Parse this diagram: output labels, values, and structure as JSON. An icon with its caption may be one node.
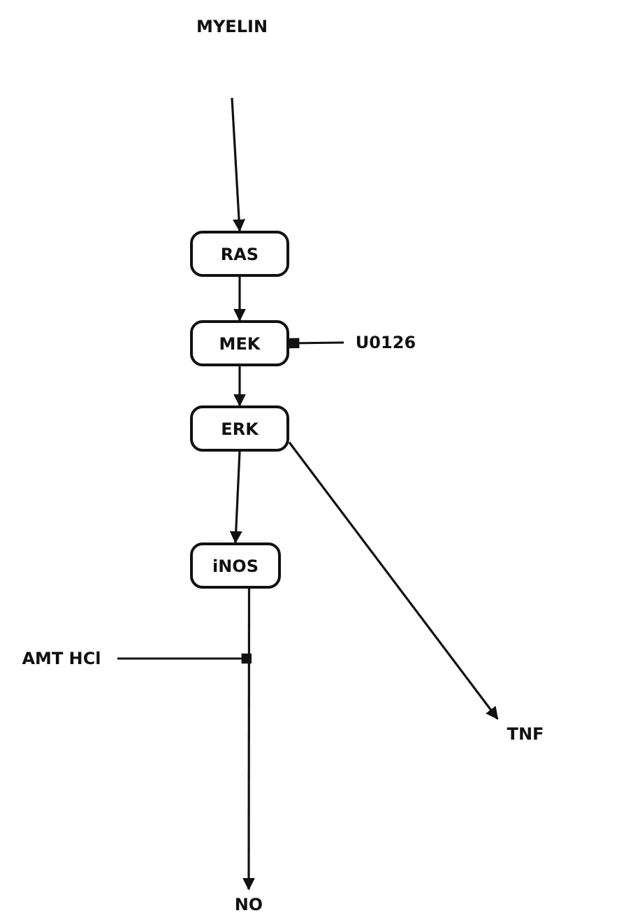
{
  "diagram": {
    "nodes": [
      {
        "text": [
          "MYELIN"
        ]
      },
      {
        "text": [
          "RAS"
        ]
      },
      {
        "text": [
          "MEK"
        ]
      },
      {
        "text": [
          "U0126"
        ]
      },
      {
        "text": [
          "ERK"
        ]
      },
      {
        "text": [
          "iNOS"
        ]
      },
      {
        "text": [
          "AMT HCl"
        ]
      },
      {
        "text": [
          "TNF"
        ]
      },
      {
        "text": [
          "NO"
        ]
      }
    ],
    "edges": [
      {
        "from": 0,
        "to": 1,
        "arrow": "to"
      },
      {
        "from": 1,
        "to": 2,
        "arrow": "to"
      },
      {
        "from": 3,
        "to": 2,
        "arrow": "other"
      },
      {
        "from": 2,
        "to": 4,
        "arrow": "to"
      },
      {
        "from": 4,
        "to": 5,
        "arrow": "to"
      },
      {
        "from": 4,
        "to": 7,
        "arrow": "to"
      },
      {
        "from": 5,
        "to": 8,
        "arrow": "to"
      },
      {
        "from": 6,
        "to": null,
        "arrow": "other"
      }
    ]
  }
}
